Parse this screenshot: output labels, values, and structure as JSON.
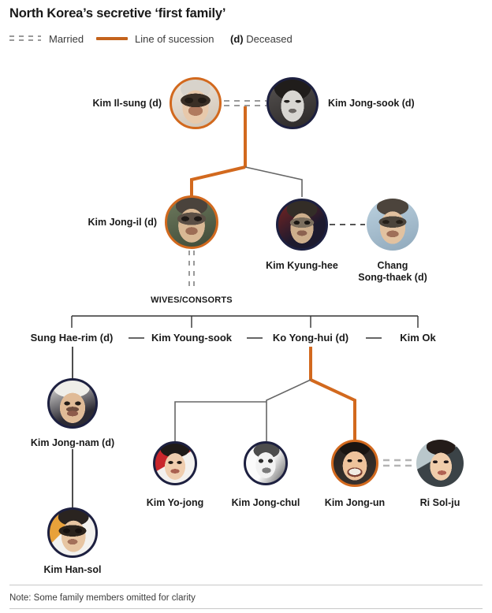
{
  "header": {
    "title": "North Korea’s secretive ‘first family’"
  },
  "legend": {
    "married_label": "Married",
    "succession_label": "Line of sucession",
    "deceased_marker": "(d)",
    "deceased_label": " Deceased"
  },
  "colors": {
    "succession": "#D2691E",
    "succession_swatch": "#C4631C",
    "married_dash": "#9a9a9a",
    "plain_line": "#555555",
    "ring_navy": "#1d2040",
    "text": "#1a1a1a",
    "rule": "#c8c8c8"
  },
  "people": {
    "kim_il_sung": "Kim Il-sung (d)",
    "kim_jong_sook": "Kim Jong-sook (d)",
    "kim_jong_il": "Kim Jong-il (d)",
    "kim_kyung_hee": "Kim Kyung-hee",
    "chang_song_thaek_line1": "Chang",
    "chang_song_thaek_line2": "Song-thaek (d)",
    "kim_jong_nam": "Kim Jong-nam (d)",
    "kim_han_sol": "Kim Han-sol",
    "kim_yo_jong": "Kim Yo-jong",
    "kim_jong_chul": "Kim Jong-chul",
    "kim_jong_un": "Kim Jong-un",
    "ri_sol_ju": "Ri Sol-ju"
  },
  "consorts": {
    "heading": "WIVES/CONSORTS",
    "items": [
      {
        "label": "Sung Hae-rim (d)"
      },
      {
        "label": "Kim Young-sook"
      },
      {
        "label": "Ko Yong-hui (d)"
      },
      {
        "label": "Kim Ok"
      }
    ]
  },
  "footer": {
    "note": "Note: Some family members omitted for clarity"
  }
}
